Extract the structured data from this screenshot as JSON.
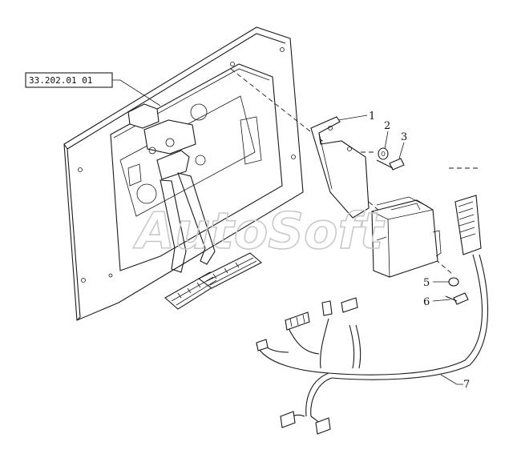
{
  "reference_box": {
    "text": "33.202.01 01"
  },
  "callouts": [
    {
      "id": "1",
      "label": "1"
    },
    {
      "id": "2",
      "label": "2"
    },
    {
      "id": "3",
      "label": "3"
    },
    {
      "id": "5",
      "label": "5"
    },
    {
      "id": "6",
      "label": "6"
    },
    {
      "id": "7",
      "label": "7"
    }
  ],
  "watermark": {
    "text": "AutoSoft"
  },
  "colors": {
    "line": "#1a1a1a",
    "background": "#ffffff",
    "watermark": "#c9c9c9"
  }
}
